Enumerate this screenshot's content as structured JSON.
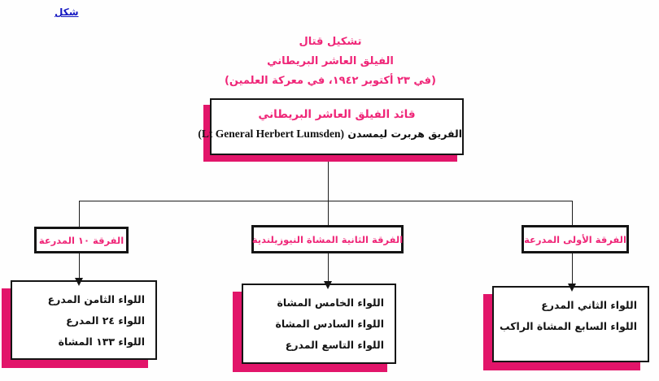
{
  "figure_label": "شكل",
  "title": {
    "line1": "تشكيل قتال",
    "line2": "الفيلق العاشر البريطاني",
    "line3": "(في ٢٣ أكتوبر ١٩٤٢، في معركة العلمين)"
  },
  "root": {
    "title": "قائد الفيلق العاشر البريطاني",
    "name_ar": "الفريق هربرت ليمسدن",
    "name_en": "(Lt General  Herbert Lumsden)"
  },
  "divisions": [
    {
      "label": "الفرقة ١٠ المدرعة",
      "brigades": [
        "اللواء الثامن المدرع",
        "اللواء ٢٤ المدرع",
        "اللواء ١٣٣ المشاة"
      ]
    },
    {
      "label": "الفرقة الثانية المشاة النيوزيلندية",
      "brigades": [
        "اللواء الخامس المشاة",
        "اللواء السادس المشاة",
        "اللواء التاسع المدرع"
      ]
    },
    {
      "label": "الفرقة الأولى المدرعة",
      "brigades": [
        "اللواء الثاني المدرع",
        "اللواء السابع المشاة الراكب"
      ]
    }
  ],
  "colors": {
    "accent_pink": "#EF2678",
    "shadow_pink": "#E2156A",
    "line_black": "#1C1C1C",
    "figure_label_blue": "#1518C2",
    "background": "#FEFEFE"
  }
}
